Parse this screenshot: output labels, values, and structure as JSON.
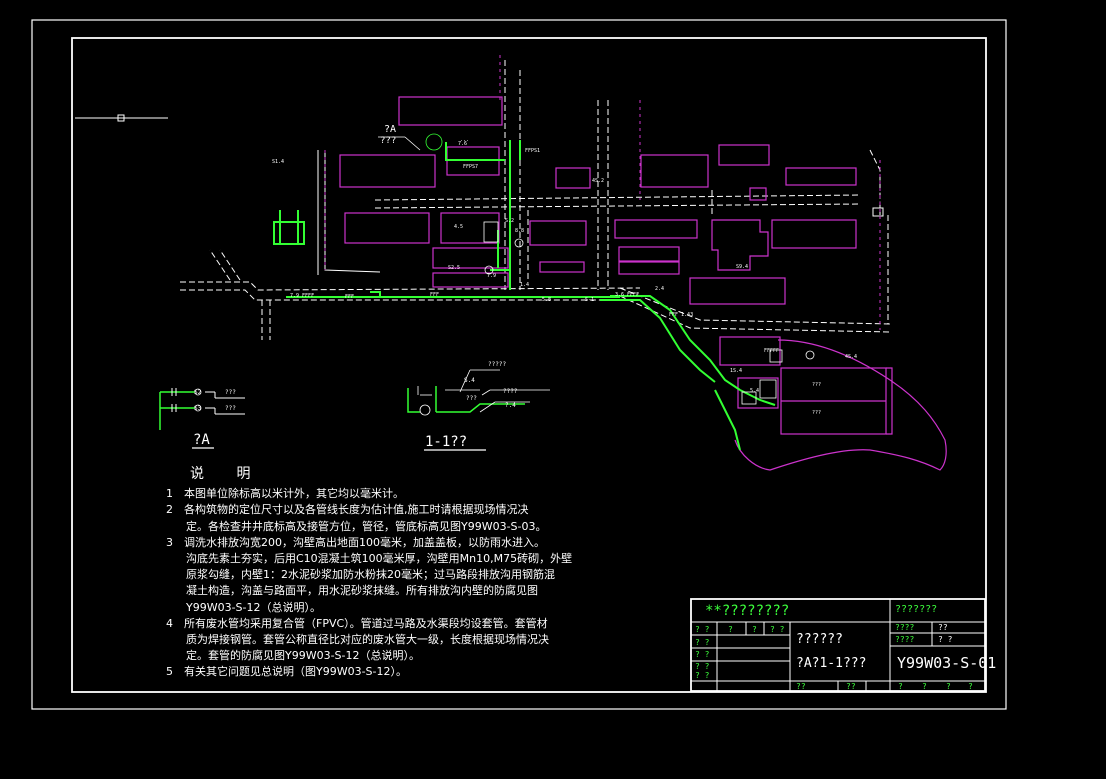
{
  "section_labels": {
    "a_detail": "?A",
    "section_11": "1-1??"
  },
  "notes": {
    "heading": "说 明",
    "items": [
      {
        "n": "1",
        "lines": [
          "本图单位除标高以米计外，其它均以毫米计。"
        ]
      },
      {
        "n": "2",
        "lines": [
          "各构筑物的定位尺寸以及各管线长度为估计值,施工时请根据现场情况决",
          "定。各检查井井底标高及接管方位，管径，管底标高见图Y99W03-S-03。"
        ]
      },
      {
        "n": "3",
        "lines": [
          "调洗水排放沟宽200，沟壁高出地面100毫米，加盖盖板，以防雨水进入。",
          "沟底先素土夯实，后用C10混凝土筑100毫米厚，沟壁用Mn10,M75砖砌，外壁",
          "原浆勾缝，内壁1：2水泥砂浆加防水粉抹20毫米；过马路段排放沟用钢筋混",
          "凝土构造，沟盖与路面平，用水泥砂浆抹缝。所有排放沟内壁的防腐见图",
          "Y99W03-S-12（总说明）。"
        ]
      },
      {
        "n": "4",
        "lines": [
          "所有废水管均采用复合管（FPVC）。管道过马路及水渠段均设套管。套管材",
          "质为焊接钢管。套管公称直径比对应的废水管大一级，长度根据现场情况决",
          "定。套管的防腐见图Y99W03-S-12（总说明）。"
        ]
      },
      {
        "n": "5",
        "lines": [
          "有关其它问题见总说明（图Y99W03-S-12）。"
        ]
      }
    ]
  },
  "title_block": {
    "project": "**????????",
    "company": "???????",
    "drawing_name_1": "??????",
    "drawing_name_2": "?A?1-1???",
    "drawing_no": "Y99W03-S-01",
    "cell_a": "????",
    "cell_b": "??",
    "cell_c": "????",
    "cell_d": "? ?",
    "grid_marks": [
      "? ?",
      "? ?",
      "? ?",
      "? ?",
      "? ?",
      "? ?"
    ],
    "header_marks": [
      "? ?",
      "?",
      "?",
      "? ?"
    ],
    "bottom_marks": [
      "??",
      "??",
      "?",
      "?",
      "?",
      "?"
    ]
  },
  "map_labels": {
    "a_marker": "?A",
    "a_marker_sub": "???",
    "pipe_labels": [
      "??????",
      "?????",
      "???"
    ]
  },
  "colors": {
    "building": "#cc33cc",
    "pipe": "#33ff33",
    "road": "#ffffff",
    "frame": "#ffffff",
    "outline": "#cc33cc"
  }
}
